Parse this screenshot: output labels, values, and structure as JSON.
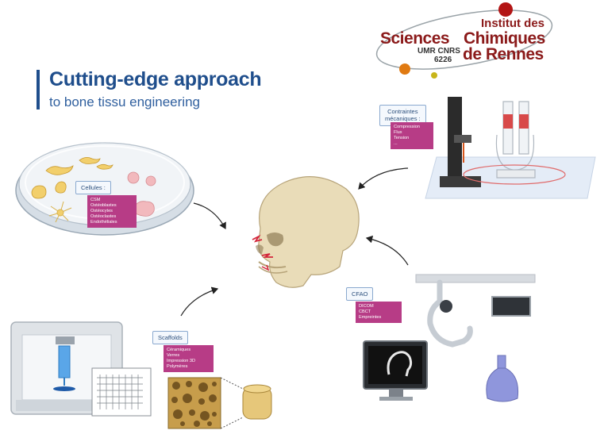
{
  "header": {
    "title": "Cutting-edge approach",
    "subtitle": "to bone tissu engineering"
  },
  "logo": {
    "line1": "Institut des",
    "line2_a": "Sciences",
    "line2_b": "Chimiques",
    "line3": "de Rennes",
    "unit": "UMR CNRS",
    "unit_number": "6226",
    "color": "#8b1a1a"
  },
  "cells": {
    "label": "Cellules :",
    "items": [
      "CSM",
      "Ostéoblastes",
      "Ostéocytes",
      "Ostéoclastes",
      "Endothéliales"
    ]
  },
  "mechanical": {
    "label_line1": "Contraintes",
    "label_line2": "mécaniques :",
    "items": [
      "Compression",
      "Flux",
      "Tension",
      "..."
    ]
  },
  "cfao": {
    "label": "CFAO",
    "items": [
      "DICOM",
      "CBCT",
      "Empreintes"
    ]
  },
  "scaffolds": {
    "label": "Scaffolds",
    "items": [
      "Céramiques",
      "Verres",
      "Impression 3D",
      "Polymères"
    ]
  },
  "colors": {
    "accent_blue": "#1f4e8c",
    "item_magenta": "#b73c86",
    "bone": "#e9dcb8"
  }
}
